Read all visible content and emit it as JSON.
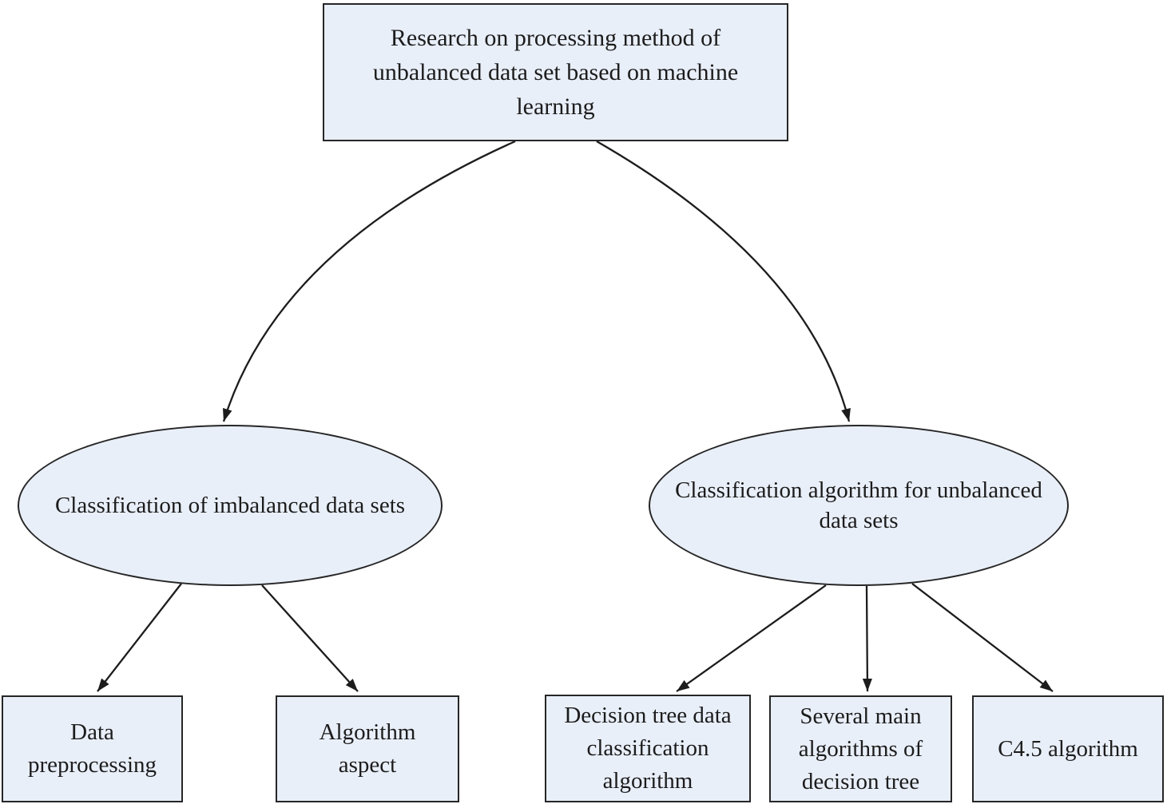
{
  "diagram": {
    "type": "flowchart",
    "colors": {
      "background": "#ffffff",
      "node_fill": "#e9eff9",
      "node_border": "#262626",
      "arrow": "#1c1c1c",
      "text": "#1c1c1c"
    },
    "nodes": {
      "root": {
        "shape": "rectangle",
        "lines": [
          "Research on processing method of",
          "unbalanced data set based on machine",
          "learning"
        ]
      },
      "left_branch": {
        "shape": "ellipse",
        "lines": [
          "Classification of imbalanced data sets"
        ]
      },
      "right_branch": {
        "shape": "ellipse",
        "lines": [
          "Classification algorithm for unbalanced",
          "data sets"
        ]
      },
      "data_preprocessing": {
        "shape": "rectangle",
        "lines": [
          "Data",
          "preprocessing"
        ]
      },
      "algorithm_aspect": {
        "shape": "rectangle",
        "lines": [
          "Algorithm",
          "aspect"
        ]
      },
      "decision_tree_algorithm": {
        "shape": "rectangle",
        "lines": [
          "Decision tree data",
          "classification",
          "algorithm"
        ]
      },
      "main_algorithms": {
        "shape": "rectangle",
        "lines": [
          "Several main",
          "algorithms of",
          "decision tree"
        ]
      },
      "c45_algorithm": {
        "shape": "rectangle",
        "lines": [
          "C4.5 algorithm"
        ]
      }
    },
    "edges": [
      {
        "from": "root",
        "to": "left_branch",
        "style": "curved-arrow"
      },
      {
        "from": "root",
        "to": "right_branch",
        "style": "curved-arrow"
      },
      {
        "from": "left_branch",
        "to": "data_preprocessing",
        "style": "straight-arrow"
      },
      {
        "from": "left_branch",
        "to": "algorithm_aspect",
        "style": "straight-arrow"
      },
      {
        "from": "right_branch",
        "to": "decision_tree_algorithm",
        "style": "straight-arrow"
      },
      {
        "from": "right_branch",
        "to": "main_algorithms",
        "style": "straight-arrow"
      },
      {
        "from": "right_branch",
        "to": "c45_algorithm",
        "style": "straight-arrow"
      }
    ]
  }
}
